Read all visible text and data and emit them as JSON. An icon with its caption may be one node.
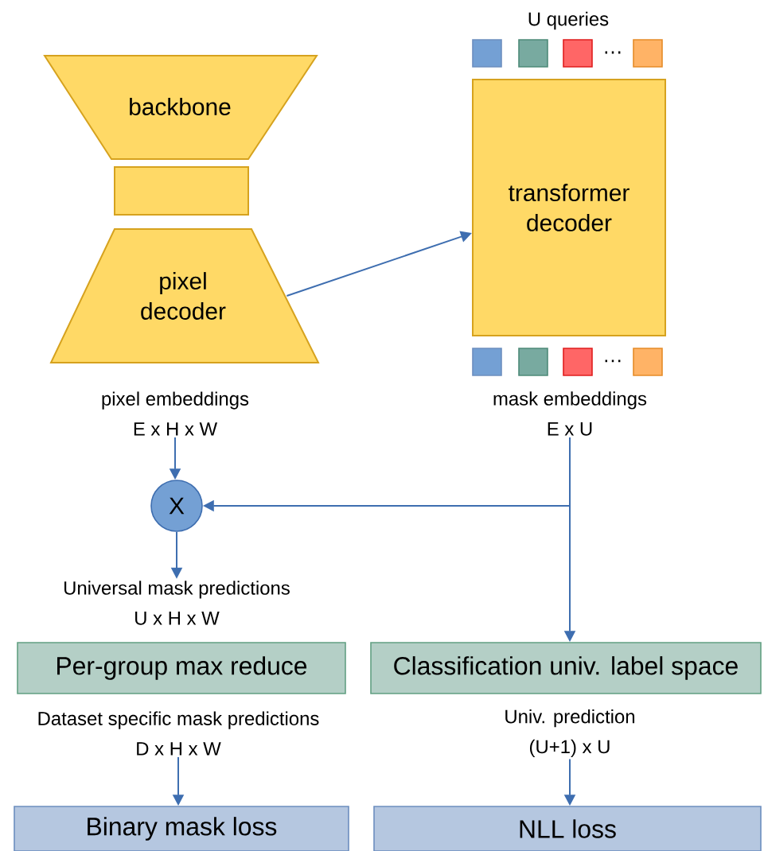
{
  "diagram": {
    "nodes": [
      {
        "text": [
          "backbone"
        ]
      },
      {
        "text": [],
        "shape": "box"
      },
      {
        "text": [
          "pixel decoder"
        ]
      },
      {
        "text": [
          "transformer decoder"
        ]
      },
      {
        "text": [
          "pixel embeddings",
          "E x H x W"
        ]
      },
      {
        "text": [
          "mask embeddings",
          "E x U"
        ]
      },
      {
        "text": [
          "X"
        ]
      },
      {
        "text": [
          "Universal mask predictions",
          "U x H x W"
        ]
      },
      {
        "text": [
          "Per-group max reduce"
        ]
      },
      {
        "text": [
          "Classification univ. label space"
        ]
      },
      {
        "text": [
          "Dataset specific mask predictions",
          "D x H x W"
        ]
      },
      {
        "text": [
          "Univ. prediction",
          "(U+1) x U"
        ]
      },
      {
        "text": [
          "Binary mask loss"
        ]
      },
      {
        "text": [
          "NLL loss"
        ]
      }
    ],
    "edges": [
      {
        "from": 2,
        "to": 3,
        "arrow": "to"
      },
      {
        "from": 4,
        "to": 6,
        "arrow": "to"
      },
      {
        "from": 5,
        "to": 6,
        "arrow": "to"
      },
      {
        "from": 5,
        "to": 9,
        "arrow": "to"
      },
      {
        "from": 6,
        "to": 7,
        "arrow": "to"
      },
      {
        "from": 10,
        "to": 12,
        "arrow": "to"
      },
      {
        "from": 11,
        "to": 13,
        "arrow": "to"
      }
    ],
    "labels": [
      "U queries",
      "…",
      "…"
    ]
  }
}
